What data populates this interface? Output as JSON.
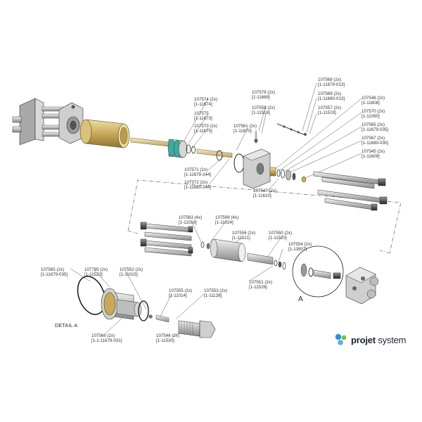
{
  "callouts": [
    {
      "id": "c107574",
      "part": "107574 (2x)",
      "code": "[1-11674]"
    },
    {
      "id": "c107575",
      "part": "107575",
      "code": "[1-11673]"
    },
    {
      "id": "c107573",
      "part": "107573 (2x)",
      "code": "[1-11675]"
    },
    {
      "id": "c107579",
      "part": "107579 (2x)",
      "code": "[1-11669]"
    },
    {
      "id": "c107558",
      "part": "107558 (2x)",
      "code": "[1-11518]"
    },
    {
      "id": "c107561",
      "part": "107561 (2x)",
      "code": "[1-11670]"
    },
    {
      "id": "c107568",
      "part": "107568 (2x)",
      "code": "[1-11679-013]"
    },
    {
      "id": "c107569",
      "part": "107569 (2x)",
      "code": "[1-11680-013]"
    },
    {
      "id": "c107557",
      "part": "107557 (2x)",
      "code": "[1-11519]"
    },
    {
      "id": "c107548",
      "part": "107548 (2x)",
      "code": "[1-11608]"
    },
    {
      "id": "c107570",
      "part": "107570 (2x)",
      "code": "[1-11090]"
    },
    {
      "id": "c107565a",
      "part": "107565 (2x)",
      "code": "[1-11679-035]"
    },
    {
      "id": "c107567",
      "part": "107567 (2x)",
      "code": "[1-11680-035]"
    },
    {
      "id": "c107545",
      "part": "107545 (2x)",
      "code": "[1-11609]"
    },
    {
      "id": "c107571",
      "part": "107571 (2x)",
      "code": "[1-11679-244]"
    },
    {
      "id": "c107572",
      "part": "107572 (2x)",
      "code": "[1-11680-244]"
    },
    {
      "id": "c107547",
      "part": "107547 (2x)",
      "code": "[1-11610]"
    },
    {
      "id": "c107563",
      "part": "107563 (4x)",
      "code": "[1-11018]"
    },
    {
      "id": "c107599",
      "part": "107599 (4x)",
      "code": "[1-11024]"
    },
    {
      "id": "c107556",
      "part": "107556 (2x)",
      "code": "[1-11521]"
    },
    {
      "id": "c107550",
      "part": "107550 (2x)",
      "code": "[1-11520]"
    },
    {
      "id": "c107554",
      "part": "107554 (2x)",
      "code": "[1-13907]"
    },
    {
      "id": "c107551",
      "part": "107551 (2x)",
      "code": "[1-11526]"
    },
    {
      "id": "c107565b",
      "part": "107565 (2x)",
      "code": "[1-11679-035]"
    },
    {
      "id": "c107795",
      "part": "107795 (2x)",
      "code": "[1-11523]"
    },
    {
      "id": "c107552",
      "part": "107552 (2x)",
      "code": "[1-11015]"
    },
    {
      "id": "c107555",
      "part": "107555 (2x)",
      "code": "[1-11014]"
    },
    {
      "id": "c107553",
      "part": "107553 (2x)",
      "code": "[1-11126]"
    },
    {
      "id": "c107566",
      "part": "107566 (2x)",
      "code": "[1-1-11679-031]"
    },
    {
      "id": "c107546",
      "part": "107546 (2x)",
      "code": "[1-11530]"
    }
  ],
  "detail_label": "DETAIL A",
  "detail_letter": "A",
  "brand": {
    "bold": "projet",
    "rest": " system",
    "colors": [
      "#2f8fd8",
      "#7ac143",
      "#1a2733"
    ]
  },
  "colors": {
    "bronze": "#c7a95a",
    "seal": "#3fa9a4",
    "steel": "#c9c9c9",
    "dark": "#3a3a3a"
  }
}
